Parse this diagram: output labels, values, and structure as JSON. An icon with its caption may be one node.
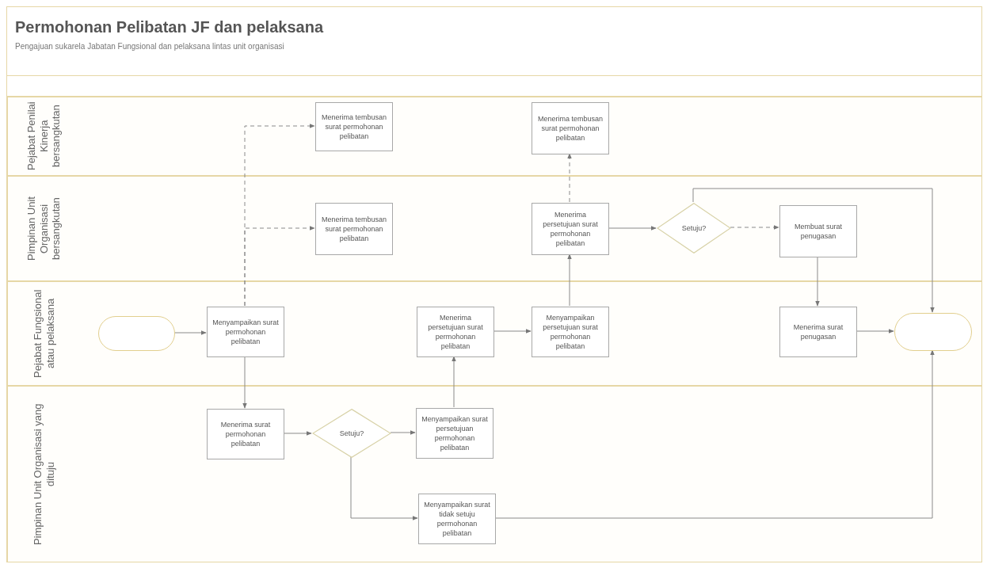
{
  "diagram": {
    "title": "Permohonan Pelibatan JF dan pelaksana",
    "nodes": [
      {
        "text": [
          "Pejabat Penilai Kinerja bersangkutan"
        ]
      },
      {
        "text": [
          "Menerima tembusan surat permohonan pelibatan"
        ],
        "in": 0
      },
      {
        "text": [
          "Menerima tembusan surat permohonan pelibatan"
        ],
        "in": 0
      },
      {
        "text": [
          "Pimpinan Unit Organisasi bersangkutan"
        ]
      },
      {
        "text": [
          "Menerima tembusan surat permohonan pelibatan"
        ],
        "in": 3
      },
      {
        "text": [
          "Menerima persetujuan surat permohonan pelibatan"
        ],
        "in": 3
      },
      {
        "text": [
          "Setuju?"
        ],
        "in": 3
      },
      {
        "text": [
          "Membuat surat penugasan"
        ],
        "in": 3
      },
      {
        "text": [
          "Pejabat Fungsional atau pelaksana"
        ]
      },
      {
        "text": [],
        "shape": "oval",
        "in": 8
      },
      {
        "text": [
          "Menyampaikan surat permohonan pelibatan"
        ],
        "in": 8
      },
      {
        "text": [
          "Menerima persetujuan surat permohonan pelibatan"
        ],
        "in": 8
      },
      {
        "text": [
          "Menyampaikan persetujuan surat permohonan pelibatan"
        ],
        "in": 8
      },
      {
        "text": [
          "Menerima surat penugasan"
        ],
        "in": 8
      },
      {
        "text": [],
        "shape": "oval",
        "in": 8
      },
      {
        "text": [
          "Pimpinan Unit Organisasi yang dituju"
        ]
      },
      {
        "text": [
          "Menerima surat permohonan pelibatan"
        ],
        "in": 15
      },
      {
        "text": [
          "Setuju?"
        ],
        "in": 15
      },
      {
        "text": [
          "Menyampaikan surat persetujuan permohonan pelibatan"
        ],
        "in": 15
      },
      {
        "text": [
          "Menyampaikan surat tidak setuju permohonan pelibatan"
        ],
        "in": 15
      }
    ],
    "edges": [
      {
        "from": 9,
        "to": 10,
        "arrow": "to"
      },
      {
        "from": 10,
        "to": 1,
        "arrow": "to",
        "style": "dashed"
      },
      {
        "from": 10,
        "to": 4,
        "arrow": "to",
        "style": "dashed"
      },
      {
        "from": 10,
        "to": 16,
        "arrow": "to"
      },
      {
        "from": 16,
        "to": 17,
        "arrow": "to"
      },
      {
        "from": 17,
        "to": 18,
        "arrow": "to"
      },
      {
        "from": 17,
        "to": 19,
        "arrow": "to"
      },
      {
        "from": 18,
        "to": 11,
        "arrow": "to"
      },
      {
        "from": 11,
        "to": 12,
        "arrow": "to"
      },
      {
        "from": 12,
        "to": 5,
        "arrow": "to"
      },
      {
        "from": 5,
        "to": 2,
        "arrow": "to",
        "style": "dashed"
      },
      {
        "from": 5,
        "to": 6,
        "arrow": "to"
      },
      {
        "from": 6,
        "to": 7,
        "arrow": "to",
        "style": "dashed"
      },
      {
        "from": 6,
        "to": 14,
        "arrow": "to"
      },
      {
        "from": 7,
        "to": 13,
        "arrow": "to"
      },
      {
        "from": 13,
        "to": 14,
        "arrow": "to"
      },
      {
        "from": 19,
        "to": 14,
        "arrow": "to"
      }
    ],
    "labels": [
      "Pengajuan sukarela Jabatan Fungsional dan pelaksana lintas unit organisasi"
    ]
  }
}
